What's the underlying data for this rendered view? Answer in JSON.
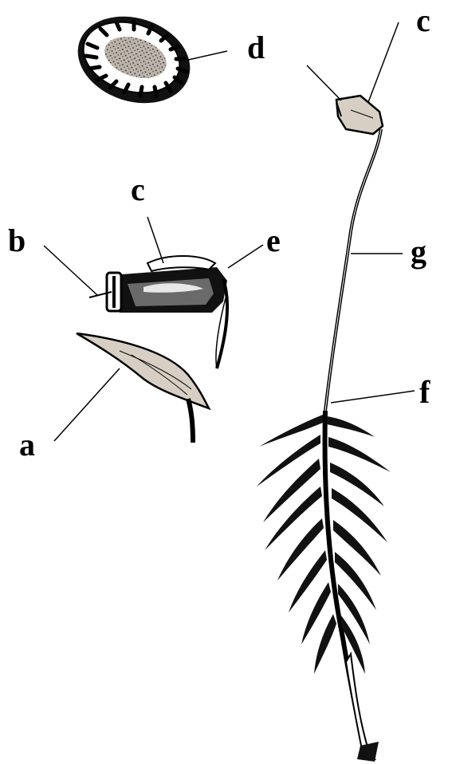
{
  "labels": {
    "a": "a",
    "b": "b",
    "c_top": "c",
    "c_mid": "c",
    "d": "d",
    "e": "e",
    "f": "f",
    "g": "g"
  },
  "colors": {
    "ink": "#000000",
    "paper": "#ffffff",
    "shade": "#d8cfc4"
  }
}
